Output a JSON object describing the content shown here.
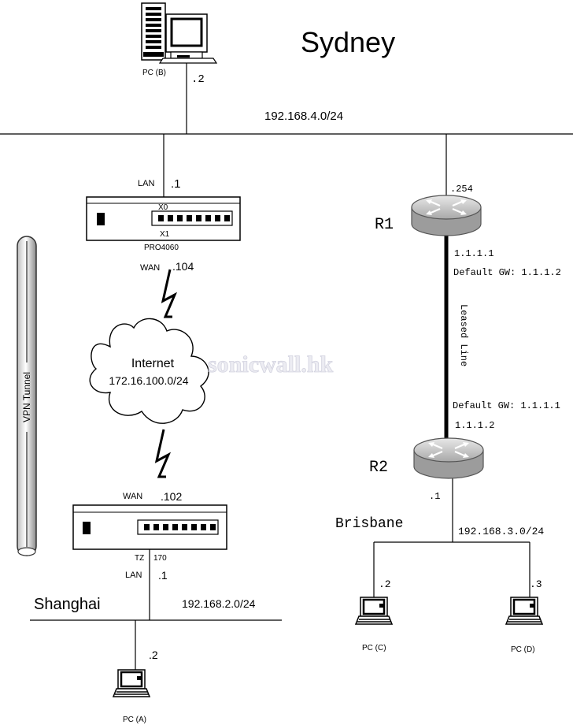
{
  "sites": {
    "sydney": "Sydney",
    "shanghai": "Shanghai",
    "brisbane": "Brisbane"
  },
  "pcs": {
    "b": {
      "name": "PC (B)",
      "ip_suffix": ".2"
    },
    "a": {
      "name": "PC (A)",
      "ip_suffix": ".2"
    },
    "c": {
      "name": "PC (C)",
      "ip_suffix": ".2"
    },
    "d": {
      "name": "PC (D)",
      "ip_suffix": ".3"
    }
  },
  "networks": {
    "sydney_lan": "192.168.4.0/24",
    "shanghai_lan": "192.168.2.0/24",
    "brisbane_lan": "192.168.3.0/24"
  },
  "pro4060": {
    "model": "PRO4060",
    "lan_label": "LAN",
    "lan_ip": ".1",
    "x0": "X0",
    "x1": "X1",
    "wan_label": "WAN",
    "wan_ip": ".104"
  },
  "tz170": {
    "model_prefix": "TZ",
    "model_num": "170",
    "wan_label": "WAN",
    "wan_ip": ".102",
    "lan_label": "LAN",
    "lan_ip": ".1"
  },
  "internet": {
    "label": "Internet",
    "network": "172.16.100.0/24"
  },
  "vpn_tunnel": {
    "label": "VPN Tunnel"
  },
  "r1": {
    "name": "R1",
    "lan_ip": ".254",
    "wan_ip": "1.1.1.1",
    "gateway": "Default GW: 1.1.1.2"
  },
  "r2": {
    "name": "R2",
    "lan_ip": ".1",
    "wan_ip": "1.1.1.2",
    "gateway": "Default GW: 1.1.1.1"
  },
  "leased_line": {
    "label": "Leased Line"
  },
  "watermark": "sonicwall.hk"
}
